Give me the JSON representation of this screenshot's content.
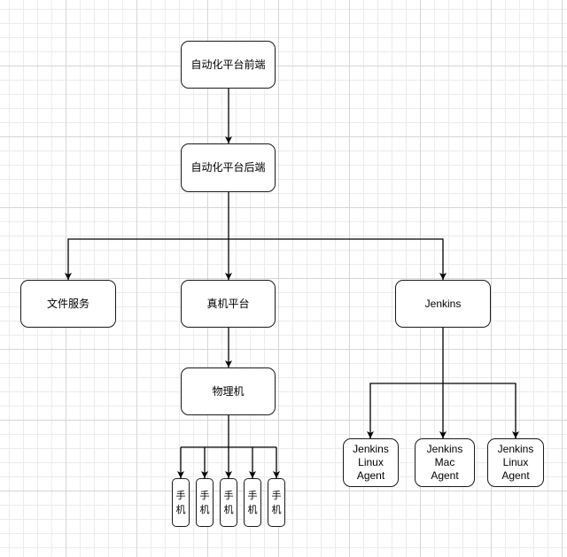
{
  "diagram": {
    "nodes": [
      {
        "id": "frontend",
        "label": "自动化平台前端"
      },
      {
        "id": "backend",
        "label": "自动化平台后端"
      },
      {
        "id": "file_service",
        "label": "文件服务"
      },
      {
        "id": "device_platform",
        "label": "真机平台"
      },
      {
        "id": "jenkins",
        "label": "Jenkins"
      },
      {
        "id": "physical_machine",
        "label": "物理机"
      },
      {
        "id": "linux_agent_1",
        "label": "Jenkins\nLinux Agent"
      },
      {
        "id": "mac_agent",
        "label": "Jenkins Mac\nAgent"
      },
      {
        "id": "linux_agent_2",
        "label": "Jenkins\nLinux Agent"
      },
      {
        "id": "phone_1",
        "label": "手\n机"
      },
      {
        "id": "phone_2",
        "label": "手\n机"
      },
      {
        "id": "phone_3",
        "label": "手\n机"
      },
      {
        "id": "phone_4",
        "label": "手\n机"
      },
      {
        "id": "phone_5",
        "label": "手\n机"
      }
    ],
    "edges": [
      {
        "from": "frontend",
        "to": "backend"
      },
      {
        "from": "backend",
        "to": "file_service"
      },
      {
        "from": "backend",
        "to": "device_platform"
      },
      {
        "from": "backend",
        "to": "jenkins"
      },
      {
        "from": "device_platform",
        "to": "physical_machine"
      },
      {
        "from": "jenkins",
        "to": "linux_agent_1"
      },
      {
        "from": "jenkins",
        "to": "mac_agent"
      },
      {
        "from": "jenkins",
        "to": "linux_agent_2"
      },
      {
        "from": "physical_machine",
        "to": "phone_1"
      },
      {
        "from": "physical_machine",
        "to": "phone_2"
      },
      {
        "from": "physical_machine",
        "to": "phone_3"
      },
      {
        "from": "physical_machine",
        "to": "phone_4"
      },
      {
        "from": "physical_machine",
        "to": "phone_5"
      }
    ]
  }
}
